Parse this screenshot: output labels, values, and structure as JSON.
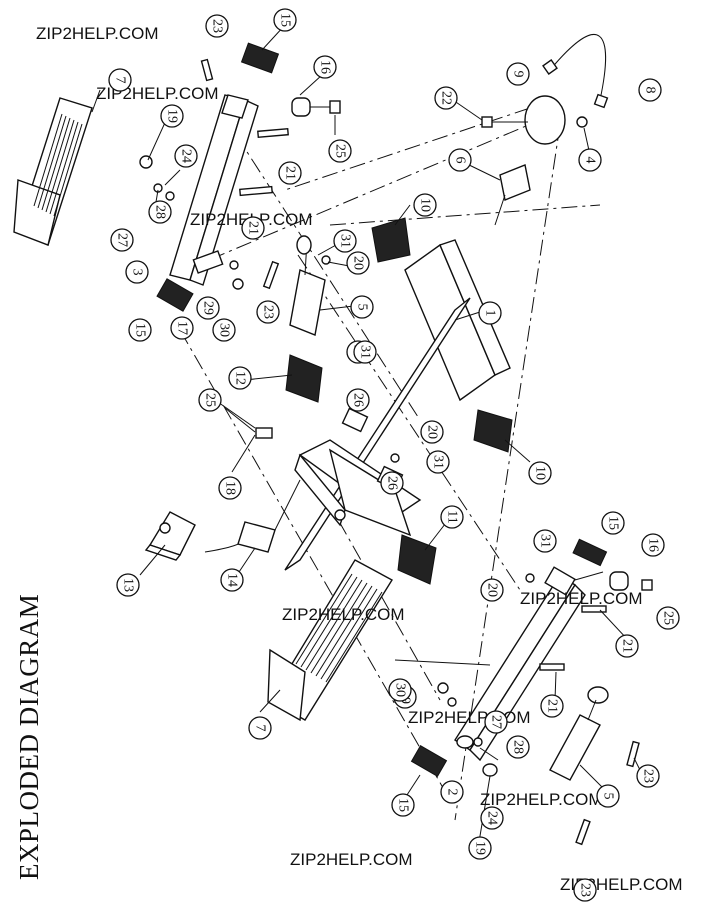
{
  "title": "EXPLODED DIAGRAM",
  "watermark": "ZIP2HELP.COM",
  "callouts": [
    "1",
    "2",
    "3",
    "4",
    "5",
    "5",
    "6",
    "7",
    "7",
    "8",
    "9",
    "10",
    "10",
    "11",
    "12",
    "13",
    "14",
    "15",
    "15",
    "15",
    "15",
    "16",
    "16",
    "17",
    "18",
    "19",
    "19",
    "20",
    "20",
    "20",
    "20",
    "21",
    "21",
    "21",
    "21",
    "22",
    "23",
    "23",
    "23",
    "23",
    "24",
    "24",
    "25",
    "25",
    "25",
    "26",
    "26",
    "27",
    "27",
    "28",
    "28",
    "29",
    "29",
    "30",
    "30",
    "31",
    "31",
    "31",
    "31"
  ],
  "colors": {
    "ink": "#111111",
    "background": "#ffffff"
  }
}
